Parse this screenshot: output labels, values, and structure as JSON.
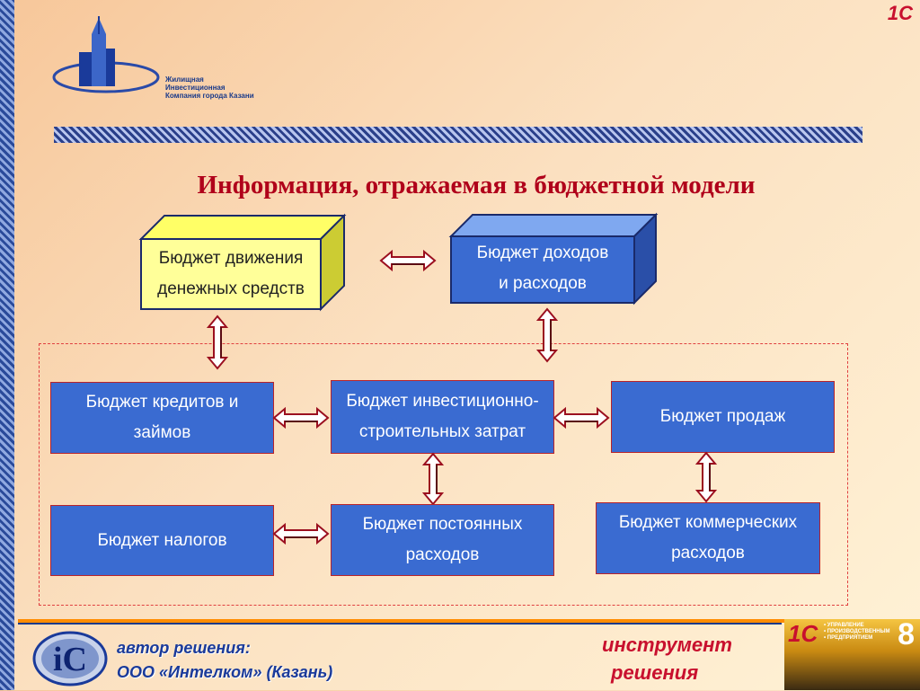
{
  "header": {
    "company_logo_lines": [
      "Жилищная",
      "Инвестиционная",
      "Компания города Казани"
    ],
    "corner_brand": "1С"
  },
  "title": "Информация, отражаемая в бюджетной  модели",
  "diagram": {
    "top_boxes": [
      {
        "line1": "Бюджет движения",
        "line2": "денежных средств"
      },
      {
        "line1": "Бюджет доходов",
        "line2": "и расходов"
      }
    ],
    "row1": [
      {
        "line1": "Бюджет  кредитов и",
        "line2": "займов"
      },
      {
        "line1": "Бюджет  инвестиционно-",
        "line2": "строительных затрат"
      },
      {
        "line1": "Бюджет  продаж",
        "line2": ""
      }
    ],
    "row2": [
      {
        "line1": "Бюджет  налогов",
        "line2": ""
      },
      {
        "line1": "Бюджет  постоянных",
        "line2": "расходов"
      },
      {
        "line1": "Бюджет  коммерческих",
        "line2": "расходов"
      }
    ]
  },
  "footer": {
    "ic_logo": "iC",
    "author_label": "автор решения:",
    "author_name": "ООО «Интелком» (Казань)",
    "tool_line1": "инструмент",
    "tool_line2": "решения",
    "product_brand": "1С",
    "product_lines": [
      "• УПРАВЛЕНИЕ",
      "• ПРОИЗВОДСТВЕННЫМ",
      "• ПРЕДПРИЯТИЕМ"
    ],
    "product_version": "8"
  },
  "colors": {
    "title": "#b0001a",
    "box_blue": "#3a6bd1",
    "box_yellow": "#ffff99",
    "arrow_red": "#9b0f1f"
  }
}
